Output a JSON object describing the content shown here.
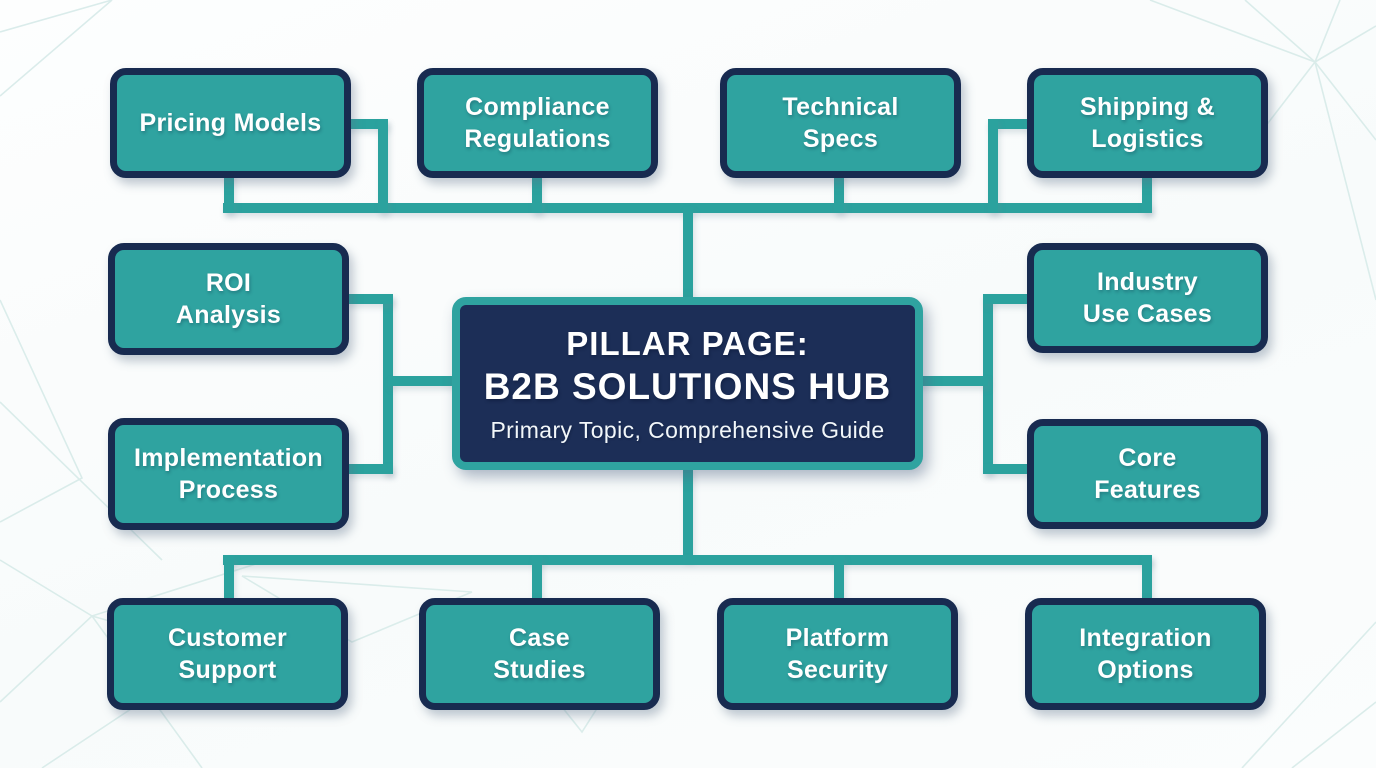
{
  "diagram": {
    "type": "topic-cluster-flowchart",
    "center": {
      "line1": "PILLAR PAGE:",
      "line2": "B2B SOLUTIONS HUB",
      "subtitle": "Primary Topic, Comprehensive Guide"
    },
    "nodes": [
      {
        "label": "Pricing Models"
      },
      {
        "label": "Compliance\nRegulations"
      },
      {
        "label": "Technical\nSpecs"
      },
      {
        "label": "Shipping &\nLogistics"
      },
      {
        "label": "ROI\nAnalysis"
      },
      {
        "label": "Implementation\nProcess"
      },
      {
        "label": "Industry\nUse Cases"
      },
      {
        "label": "Core\nFeatures"
      },
      {
        "label": "Customer\nSupport"
      },
      {
        "label": "Case\nStudies"
      },
      {
        "label": "Platform\nSecurity"
      },
      {
        "label": "Integration\nOptions"
      }
    ],
    "colors": {
      "node_fill": "#2fa3a0",
      "node_border": "#182b50",
      "center_fill": "#1c2e57",
      "center_border": "#2fa3a0",
      "connector": "#2ba29e",
      "text": "#ffffff",
      "background_mesh": "#d7ebe9"
    }
  }
}
